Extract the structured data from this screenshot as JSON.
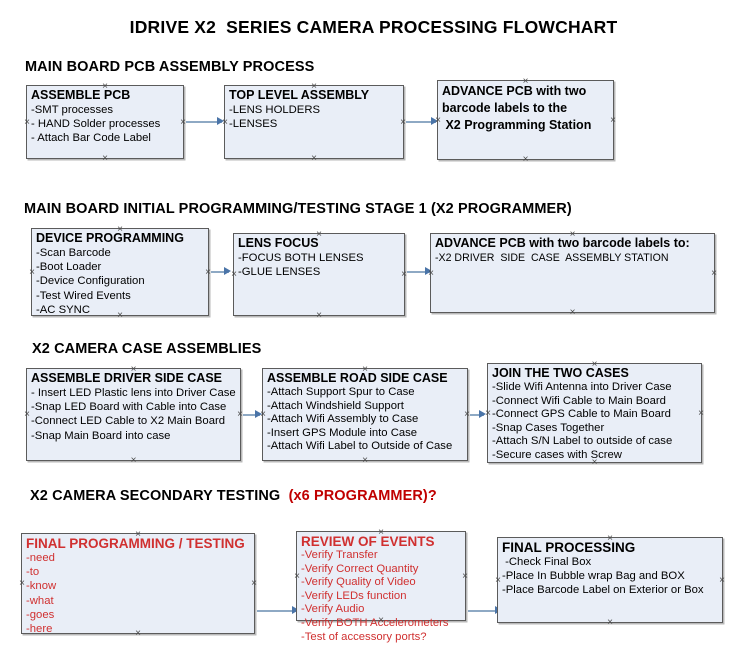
{
  "title": "IDRIVE X2  SERIES CAMERA PROCESSING FLOWCHART",
  "colors": {
    "box_fill": "#e9eef7",
    "box_border": "#5b5b5b",
    "connector": "#8ea9c4",
    "arrowhead": "#4a74a8",
    "red_text": "#d03030",
    "heading_accent": "#c00000",
    "body_text": "#000000"
  },
  "sections": [
    {
      "heading": "MAIN BOARD PCB ASSEMBLY PROCESS",
      "heading_accent": ""
    },
    {
      "heading": "MAIN BOARD INITIAL PROGRAMMING/TESTING STAGE 1 (X2 PROGRAMMER)",
      "heading_accent": ""
    },
    {
      "heading": "X2 CAMERA CASE ASSEMBLIES",
      "heading_accent": ""
    },
    {
      "heading": "X2 CAMERA SECONDARY TESTING",
      "heading_accent": "(x6 PROGRAMMER)?"
    }
  ],
  "boxes": {
    "assemble_pcb": {
      "title": "ASSEMBLE PCB",
      "lines": [
        "-SMT processes",
        "- HAND Solder processes",
        "- Attach Bar Code Label"
      ]
    },
    "top_level_assembly": {
      "title": "TOP LEVEL ASSEMBLY",
      "lines": [
        "-LENS HOLDERS",
        "-LENSES"
      ]
    },
    "advance_pcb_station": {
      "title_lines": [
        "ADVANCE PCB with two",
        "barcode labels to the",
        " X2 Programming Station"
      ],
      "lines": []
    },
    "device_programming": {
      "title": "DEVICE PROGRAMMING",
      "lines": [
        "-Scan Barcode",
        "-Boot Loader",
        "-Device Configuration",
        "-Test Wired Events",
        "-AC SYNC"
      ]
    },
    "lens_focus": {
      "title": "LENS FOCUS",
      "lines": [
        "-FOCUS BOTH LENSES",
        "-GLUE LENSES"
      ]
    },
    "advance_pcb_driver_side": {
      "title": "ADVANCE PCB with two barcode labels to:",
      "lines": [
        "-X2 DRIVER  SIDE  CASE  ASSEMBLY STATION"
      ]
    },
    "assemble_driver_side_case": {
      "title": "ASSEMBLE DRIVER SIDE CASE",
      "lines": [
        "- Insert LED Plastic lens into Driver Case",
        "-Snap LED Board with Cable into Case",
        "-Connect LED Cable to X2 Main Board",
        "-Snap Main Board into case"
      ]
    },
    "assemble_road_side_case": {
      "title": "ASSEMBLE ROAD SIDE CASE",
      "lines": [
        "-Attach Support Spur to Case",
        "-Attach Windshield Support",
        "-Attach Wifi Assembly to Case",
        "-Insert GPS Module into Case",
        "-Attach Wifi Label to Outside of Case"
      ]
    },
    "join_the_two_cases": {
      "title": "JOIN THE TWO CASES",
      "lines": [
        "-Slide Wifi Antenna into Driver Case",
        "-Connect Wifi Cable to Main Board",
        "-Connect GPS Cable to Main Board",
        "-Snap Cases Together",
        "-Attach S/N Label to outside of case",
        "-Secure cases with Screw"
      ]
    },
    "final_programming_testing": {
      "title": "FINAL PROGRAMMING / TESTING",
      "lines": [
        "-need",
        "-to",
        "-know",
        "-what",
        "-goes",
        "-here"
      ]
    },
    "review_of_events": {
      "title": "REVIEW OF EVENTS",
      "lines": [
        "-Verify Transfer",
        "-Verify Correct Quantity",
        "-Verify Quality of Video",
        "-Verify LEDs function",
        "-Verify Audio",
        "-Verify BOTH Accelerometers",
        "-Test of accessory ports?"
      ]
    },
    "final_processing": {
      "title": "FINAL PROCESSING",
      "lines": [
        " -Check Final Box",
        "-Place In Bubble wrap Bag and BOX",
        "-Place Barcode Label on Exterior or Box"
      ]
    }
  }
}
